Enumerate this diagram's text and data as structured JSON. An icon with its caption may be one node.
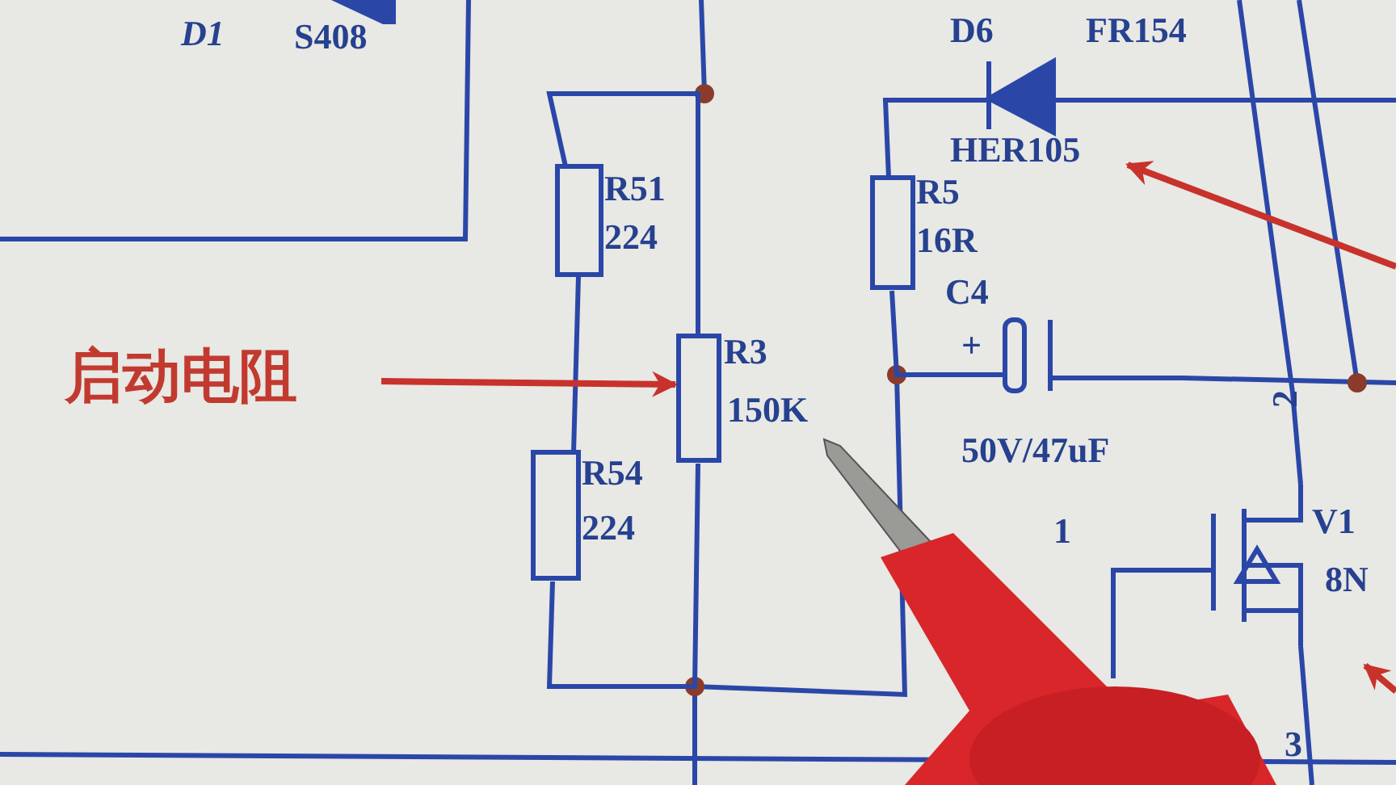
{
  "diagram": {
    "nodes": [
      {
        "text": [
          "D1",
          "S408"
        ]
      },
      {
        "text": [
          "D6",
          "HER105"
        ]
      },
      {
        "text": [
          "R51",
          "224"
        ]
      },
      {
        "text": [
          "R5",
          "16R"
        ]
      },
      {
        "text": [
          "启动电阻"
        ]
      },
      {
        "text": [
          "R3",
          "150K"
        ]
      },
      {
        "text": [
          "C4",
          "+",
          "50V/47uF"
        ]
      },
      {
        "text": [
          "R54",
          "224"
        ]
      },
      {
        "text": [
          "V1",
          "8N"
        ]
      }
    ],
    "edges": [
      {
        "from": 2,
        "to": 7,
        "arrow": "none"
      },
      {
        "from": 2,
        "to": 5,
        "arrow": "none"
      },
      {
        "from": 7,
        "to": 5,
        "arrow": "none"
      },
      {
        "from": 3,
        "to": 1,
        "arrow": "none"
      },
      {
        "from": 3,
        "to": 6,
        "arrow": "none"
      },
      {
        "from": 4,
        "to": 5,
        "arrow": "to",
        "color": "#c8322c"
      },
      {
        "from": null,
        "to": 1,
        "arrow": "to",
        "color": "#c8322c"
      },
      {
        "from": null,
        "to": 8,
        "arrow": "to",
        "color": "#c8322c"
      }
    ],
    "labels": [
      "FR154",
      "1",
      "2",
      "3"
    ]
  }
}
